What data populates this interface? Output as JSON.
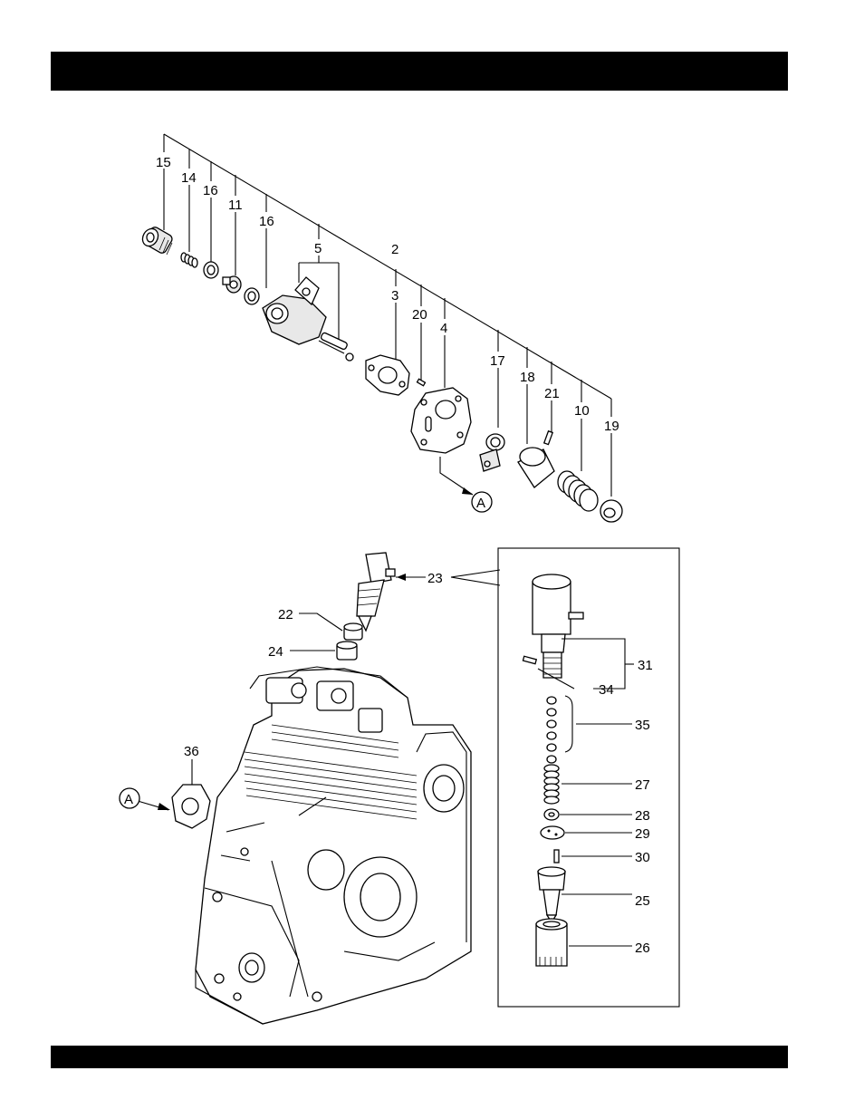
{
  "header_bar": {
    "text": ""
  },
  "footer_bar": {
    "text": ""
  },
  "diagram": {
    "callouts": {
      "c15": "15",
      "c14": "14",
      "c16a": "16",
      "c11": "11",
      "c16b": "16",
      "c5": "5",
      "c2": "2",
      "c3": "3",
      "c20": "20",
      "c4": "4",
      "c17": "17",
      "c18": "18",
      "c21": "21",
      "c10": "10",
      "c19": "19",
      "cA1": "A",
      "cA2": "A",
      "c23": "23",
      "c22": "22",
      "c24": "24",
      "c36": "36",
      "c31": "31",
      "c34": "34",
      "c35": "35",
      "c27": "27",
      "c28": "28",
      "c29": "29",
      "c30": "30",
      "c25": "25",
      "c26": "26"
    }
  }
}
